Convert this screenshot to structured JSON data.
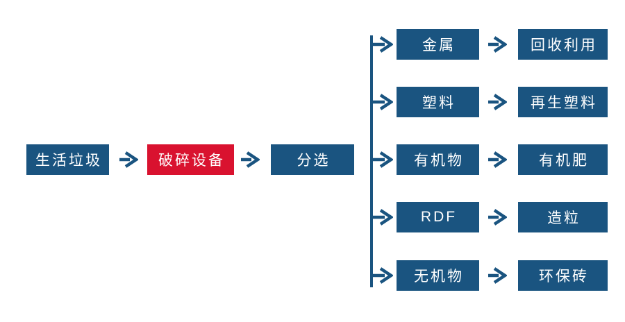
{
  "diagram": {
    "kind": "flowchart",
    "colors": {
      "node_fill": "#1A5480",
      "highlight_fill": "#D9122F",
      "node_text": "#FFFFFF",
      "connector": "#1A5480",
      "background": "#FFFFFF"
    }
  },
  "flow": {
    "nodes": [
      {
        "label": "生活垃圾",
        "highlighted": false
      },
      {
        "label": "破碎设备",
        "highlighted": true
      },
      {
        "label": "分选",
        "highlighted": false
      }
    ]
  },
  "branches": [
    {
      "category": "金属",
      "output": "回收利用"
    },
    {
      "category": "塑料",
      "output": "再生塑料"
    },
    {
      "category": "有机物",
      "output": "有机肥"
    },
    {
      "category": "RDF",
      "output": "造粒"
    },
    {
      "category": "无机物",
      "output": "环保砖"
    }
  ]
}
